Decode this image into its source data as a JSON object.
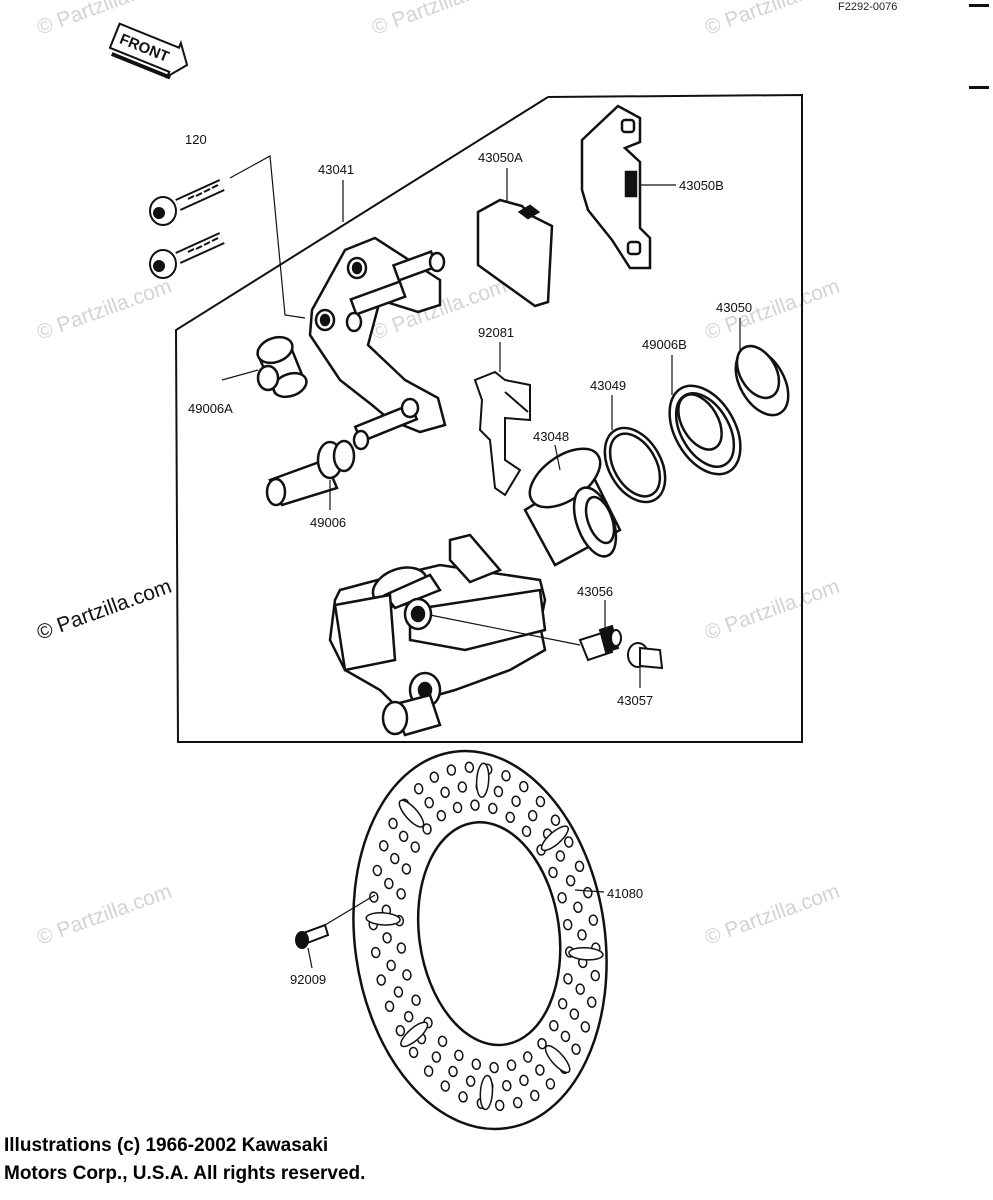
{
  "diagram": {
    "reference_code": "F2292-0076",
    "front_arrow_label": "FRONT",
    "watermark_text": "© Partzilla.com",
    "parts": [
      {
        "id": "120",
        "name": "bolt"
      },
      {
        "id": "43041",
        "name": "caliper-bracket"
      },
      {
        "id": "43050A",
        "name": "brake-pad-a"
      },
      {
        "id": "43050B",
        "name": "brake-pad-b"
      },
      {
        "id": "92081",
        "name": "pad-spring"
      },
      {
        "id": "43050",
        "name": "cap"
      },
      {
        "id": "49006B",
        "name": "dust-seal-b"
      },
      {
        "id": "43049",
        "name": "piston-seal"
      },
      {
        "id": "43048",
        "name": "piston"
      },
      {
        "id": "49006A",
        "name": "boot-a"
      },
      {
        "id": "49006",
        "name": "shaft"
      },
      {
        "id": "43056",
        "name": "bleed-valve"
      },
      {
        "id": "43057",
        "name": "bleed-cap"
      },
      {
        "id": "41080",
        "name": "brake-disc"
      },
      {
        "id": "92009",
        "name": "disc-screw"
      }
    ]
  },
  "footer": {
    "copyright_line1": "Illustrations (c) 1966-2002 Kawasaki",
    "copyright_line2": "Motors Corp., U.S.A.  All rights reserved."
  }
}
